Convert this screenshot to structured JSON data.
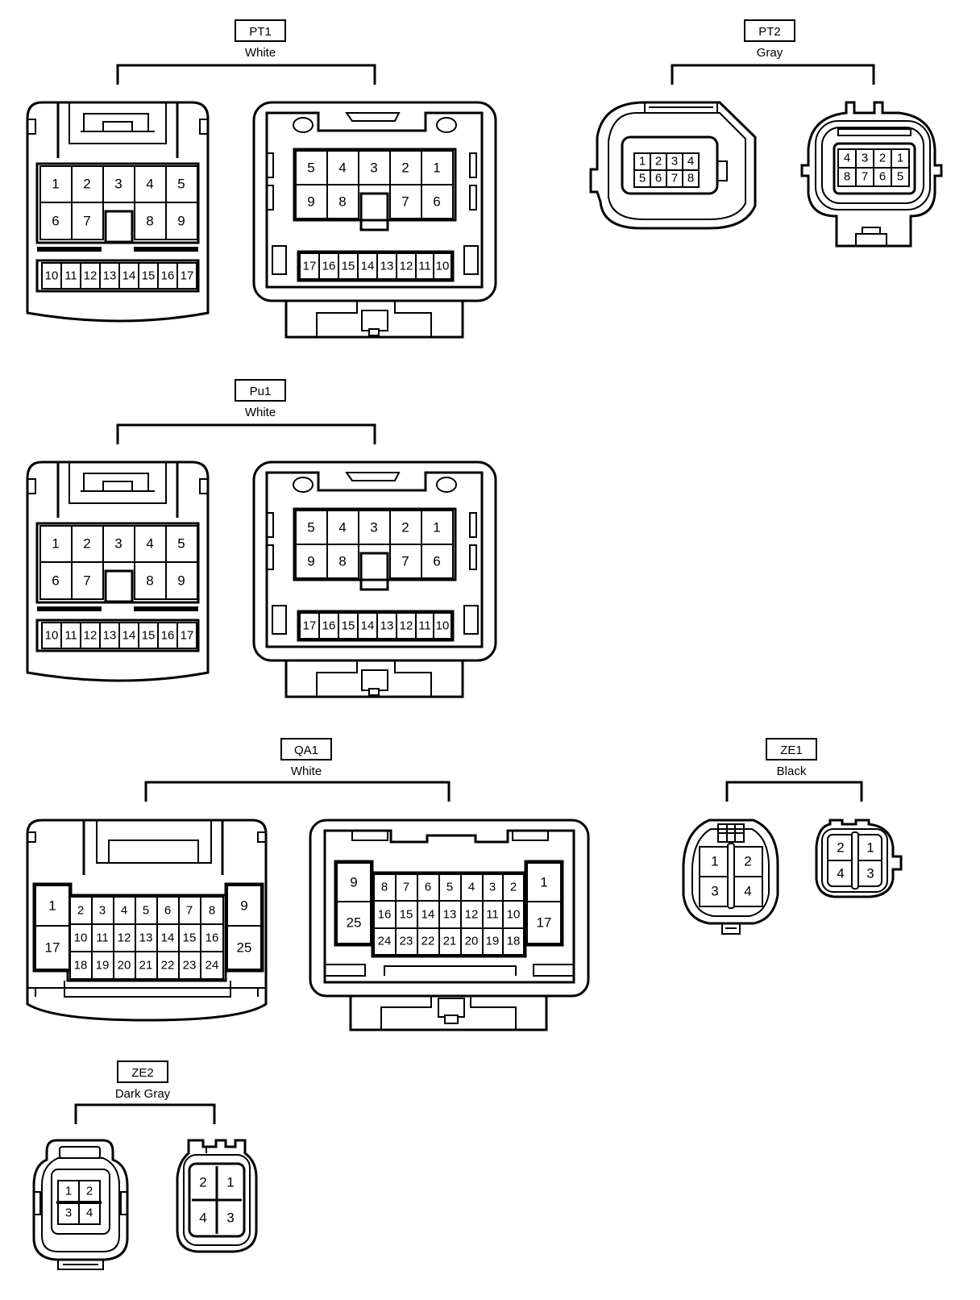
{
  "connectors": {
    "pt1": {
      "code": "PT1",
      "color": "White",
      "left": {
        "row1": [
          "1",
          "2",
          "3",
          "4",
          "5"
        ],
        "row2": [
          "6",
          "7",
          "8",
          "9"
        ],
        "row3": [
          "10",
          "11",
          "12",
          "13",
          "14",
          "15",
          "16",
          "17"
        ]
      },
      "right": {
        "row1": [
          "5",
          "4",
          "3",
          "2",
          "1"
        ],
        "row2": [
          "9",
          "8",
          "7",
          "6"
        ],
        "row3": [
          "17",
          "16",
          "15",
          "14",
          "13",
          "12",
          "11",
          "10"
        ]
      }
    },
    "pt2": {
      "code": "PT2",
      "color": "Gray",
      "left": {
        "row1": [
          "1",
          "2",
          "3",
          "4"
        ],
        "row2": [
          "5",
          "6",
          "7",
          "8"
        ]
      },
      "right": {
        "row1": [
          "4",
          "3",
          "2",
          "1"
        ],
        "row2": [
          "8",
          "7",
          "6",
          "5"
        ]
      }
    },
    "pu1": {
      "code": "Pu1",
      "color": "White",
      "left": {
        "row1": [
          "1",
          "2",
          "3",
          "4",
          "5"
        ],
        "row2": [
          "6",
          "7",
          "8",
          "9"
        ],
        "row3": [
          "10",
          "11",
          "12",
          "13",
          "14",
          "15",
          "16",
          "17"
        ]
      },
      "right": {
        "row1": [
          "5",
          "4",
          "3",
          "2",
          "1"
        ],
        "row2": [
          "9",
          "8",
          "7",
          "6"
        ],
        "row3": [
          "17",
          "16",
          "15",
          "14",
          "13",
          "12",
          "11",
          "10"
        ]
      }
    },
    "qa1": {
      "code": "QA1",
      "color": "White",
      "left": {
        "col_left": [
          "1",
          "17"
        ],
        "col_right": [
          "9",
          "25"
        ],
        "row1": [
          "2",
          "3",
          "4",
          "5",
          "6",
          "7",
          "8"
        ],
        "row2": [
          "10",
          "11",
          "12",
          "13",
          "14",
          "15",
          "16"
        ],
        "row3": [
          "18",
          "19",
          "20",
          "21",
          "22",
          "23",
          "24"
        ]
      },
      "right": {
        "col_left": [
          "9",
          "25"
        ],
        "col_right": [
          "1",
          "17"
        ],
        "row1": [
          "8",
          "7",
          "6",
          "5",
          "4",
          "3",
          "2"
        ],
        "row2": [
          "16",
          "15",
          "14",
          "13",
          "12",
          "11",
          "10"
        ],
        "row3": [
          "24",
          "23",
          "22",
          "21",
          "20",
          "19",
          "18"
        ]
      }
    },
    "ze1": {
      "code": "ZE1",
      "color": "Black",
      "left": {
        "pins": [
          "1",
          "2",
          "3",
          "4"
        ]
      },
      "right": {
        "pins": [
          "2",
          "1",
          "4",
          "3"
        ]
      }
    },
    "ze2": {
      "code": "ZE2",
      "color": "Dark Gray",
      "left": {
        "pins": [
          "1",
          "2",
          "3",
          "4"
        ]
      },
      "right": {
        "pins": [
          "2",
          "1",
          "4",
          "3"
        ]
      }
    }
  }
}
